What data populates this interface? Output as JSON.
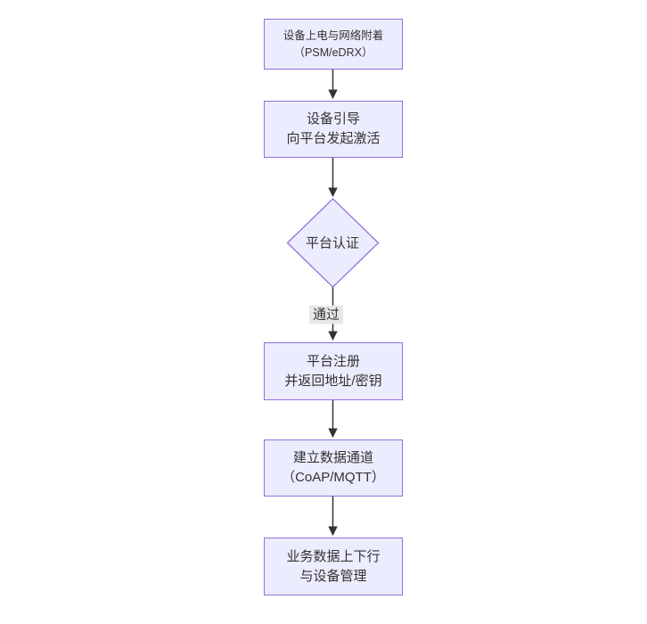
{
  "diagram": {
    "type": "flowchart",
    "direction": "top-down",
    "colors": {
      "background": "#ffffff",
      "node_fill": "#ECECFF",
      "node_border": "#9370DB",
      "edge_line": "#333333",
      "text": "#333333",
      "edge_label_bg": "#e8e8e8"
    },
    "nodes": [
      {
        "id": "power-attach",
        "shape": "rect",
        "lines": [
          "设备上电与网络附着",
          "（PSM/eDRX）"
        ]
      },
      {
        "id": "bootstrap-activate",
        "shape": "rect",
        "lines": [
          "设备引导",
          "向平台发起激活"
        ]
      },
      {
        "id": "platform-auth",
        "shape": "diamond",
        "lines": [
          "平台认证"
        ]
      },
      {
        "id": "platform-register",
        "shape": "rect",
        "lines": [
          "平台注册",
          "并返回地址/密钥"
        ]
      },
      {
        "id": "data-channel",
        "shape": "rect",
        "lines": [
          "建立数据通道",
          "（CoAP/MQTT）"
        ]
      },
      {
        "id": "business-data",
        "shape": "rect",
        "lines": [
          "业务数据上下行",
          "与设备管理"
        ]
      }
    ],
    "edges": [
      {
        "from": "power-attach",
        "to": "bootstrap-activate",
        "label": ""
      },
      {
        "from": "bootstrap-activate",
        "to": "platform-auth",
        "label": ""
      },
      {
        "from": "platform-auth",
        "to": "platform-register",
        "label": "通过"
      },
      {
        "from": "platform-register",
        "to": "data-channel",
        "label": ""
      },
      {
        "from": "data-channel",
        "to": "business-data",
        "label": ""
      }
    ]
  }
}
